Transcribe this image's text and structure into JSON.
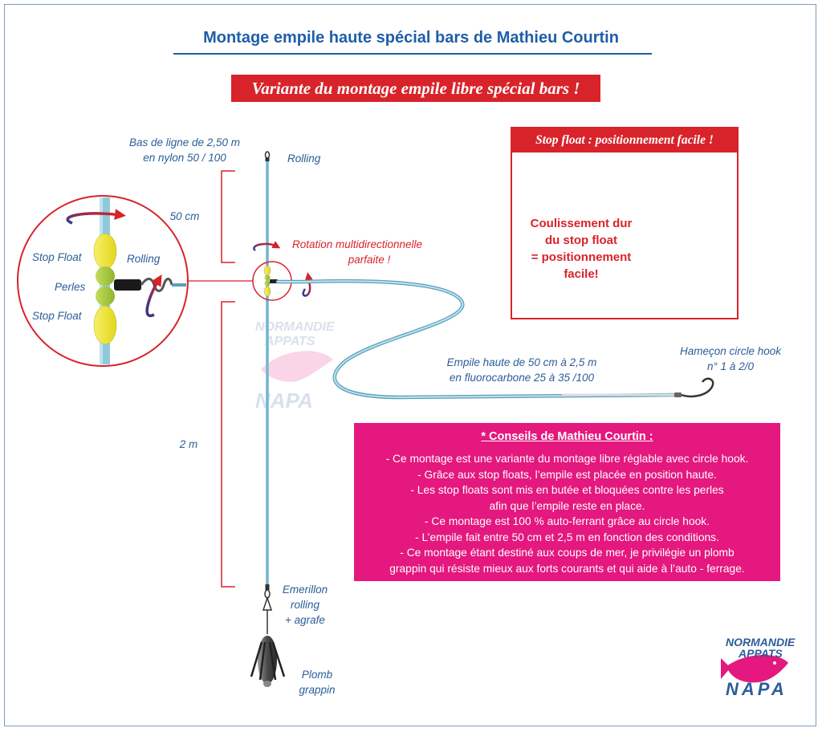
{
  "title": "Montage empile haute spécial bars de Mathieu Courtin",
  "subtitle": "Variante du montage empile libre spécial bars !",
  "labels": {
    "bas_de_ligne_1": "Bas de ligne de 2,50 m",
    "bas_de_ligne_2": "en nylon 50 / 100",
    "rolling_top": "Rolling",
    "dim_50cm": "50 cm",
    "dim_2m": "2 m",
    "rotation_1": "Rotation multidirectionnelle",
    "rotation_2": "parfaite !",
    "empile_1": "Empile haute de 50 cm à 2,5 m",
    "empile_2": "en fluorocarbone 25 à 35 /100",
    "hook_1": "Hameçon circle hook",
    "hook_2": "n° 1 à 2/0",
    "emerillon_1": "Emerillon",
    "emerillon_2": "rolling",
    "emerillon_3": "+ agrafe",
    "plomb_1": "Plomb",
    "plomb_2": "grappin"
  },
  "zoom": {
    "stop_float_top": "Stop Float",
    "perles": "Perles",
    "stop_float_bottom": "Stop Float",
    "rolling": "Rolling"
  },
  "inset": {
    "header": "Stop float : positionnement facile !",
    "lines": [
      "Coulissement dur",
      "du stop float",
      "= positionnement",
      "facile!"
    ]
  },
  "advice": {
    "title": "* Conseils de Mathieu Courtin :",
    "lines": [
      "- Ce montage est une variante du montage libre réglable avec circle hook.",
      "- Grâce aux stop floats, l’empile est placée en position haute.",
      "- Les stop floats sont mis en butée et bloquées contre les perles",
      "afin que l’empile reste en place.",
      "- Ce montage est 100 % auto-ferrant grâce au circle hook.",
      "- L’empile fait entre 50 cm et 2,5 m en fonction des conditions.",
      "- Ce montage étant destiné aux coups de mer, je privilégie un plomb",
      "grappin qui résiste mieux aux forts courants et qui aide à l’auto - ferrage."
    ]
  },
  "logo": {
    "line1": "NORMANDIE",
    "line2": "APPATS",
    "line3": "NAPA"
  },
  "colors": {
    "title_blue": "#1f5ea8",
    "red": "#d8232a",
    "magenta": "#e4187e",
    "line_blue": "#8ec8dc",
    "float_yellow": "#f2ea2e",
    "bead_green": "#a8c83a"
  }
}
